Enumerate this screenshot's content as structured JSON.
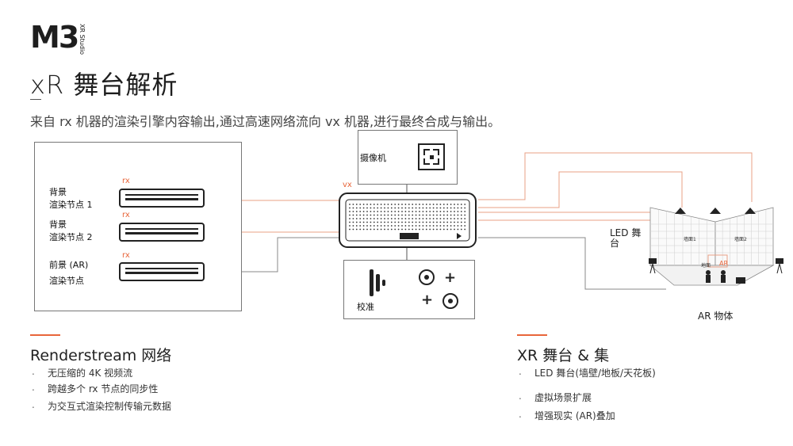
{
  "logo": {
    "mark": "M3",
    "sub": "XR Studio"
  },
  "title": "xR 舞台解析",
  "subtitle": "来自 rx 机器的渲染引擎内容输出,通过高速网络流向 vx 机器,进行最终合成与输出。",
  "render_nodes": [
    {
      "tag": "rx",
      "label_line1": "背景",
      "label_line2": "渲染节点 1"
    },
    {
      "tag": "rx",
      "label_line1": "背景",
      "label_line2": "渲染节点 2"
    },
    {
      "tag": "rx",
      "label_line1": "前景 (AR)",
      "label_line2": "渲染节点"
    }
  ],
  "vx_tag": "vx",
  "camera_label": "摄像机",
  "calibration_label": "校准",
  "stage": {
    "led_label_1": "LED 舞",
    "led_label_2": "台",
    "wall1": "墙面1",
    "wall2": "墙面2",
    "floor": "地面",
    "ar_tag": "AR",
    "ar_object_label": "AR 物体"
  },
  "left_section": {
    "title": "Renderstream 网络",
    "bullets": [
      "无压缩的 4K 视频流",
      "跨越多个 rx 节点的同步性",
      "为交互式渲染控制传输元数据"
    ]
  },
  "right_section": {
    "title": "XR 舞台 & 集",
    "bullets": [
      "LED 舞台(墙壁/地板/天花板)",
      "虚拟场景扩展",
      "增强现实 (AR)叠加"
    ]
  },
  "bullet_char": ".",
  "colors": {
    "accent": "#e8653a",
    "line": "#777777",
    "dark": "#1e1e1e"
  }
}
